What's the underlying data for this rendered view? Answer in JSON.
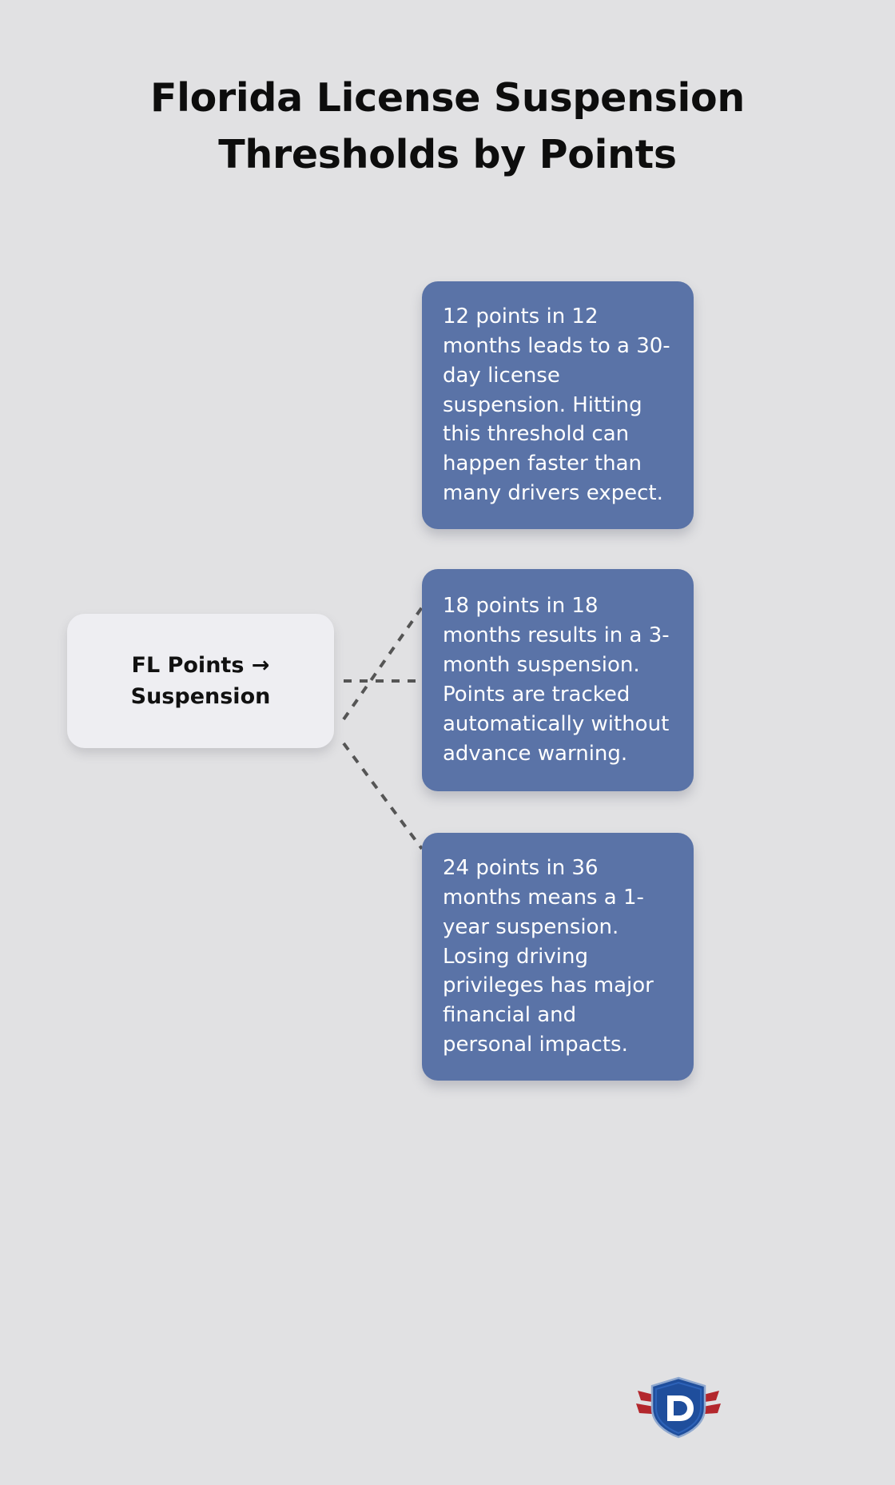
{
  "page": {
    "title": "Florida License Suspension Thresholds by Points",
    "background_color": "#e1e1e3"
  },
  "diagram": {
    "type": "mind-map",
    "center_node": {
      "label": "FL Points →\nSuspension",
      "background_color": "#eeeef2",
      "text_color": "#111111"
    },
    "connector_style": {
      "color": "#555555",
      "dash": "10 10",
      "width": 4
    },
    "branches": [
      {
        "id": "branch-12-points",
        "text": "12 points in 12 months leads to a 30-day license suspension. Hitting this threshold can happen faster than many drivers expect.",
        "points": 12,
        "window_months": 12,
        "suspension": "30-day",
        "background_color": "#5a73a7",
        "text_color": "#ffffff"
      },
      {
        "id": "branch-18-points",
        "text": "18 points in 18 months results in a 3-month suspension. Points are tracked automatically without advance warning.",
        "points": 18,
        "window_months": 18,
        "suspension": "3-month",
        "background_color": "#5a73a7",
        "text_color": "#ffffff"
      },
      {
        "id": "branch-24-points",
        "text": "24 points in 36 months means a 1-year suspension. Losing driving privileges has major financial and personal impacts.",
        "points": 24,
        "window_months": 36,
        "suspension": "1-year",
        "background_color": "#5a73a7",
        "text_color": "#ffffff"
      }
    ]
  },
  "logo": {
    "name": "shield-wings-logo",
    "letter": "D",
    "shield_color": "#1f4e9c",
    "wing_color": "#b3272d",
    "letter_color": "#ffffff"
  }
}
